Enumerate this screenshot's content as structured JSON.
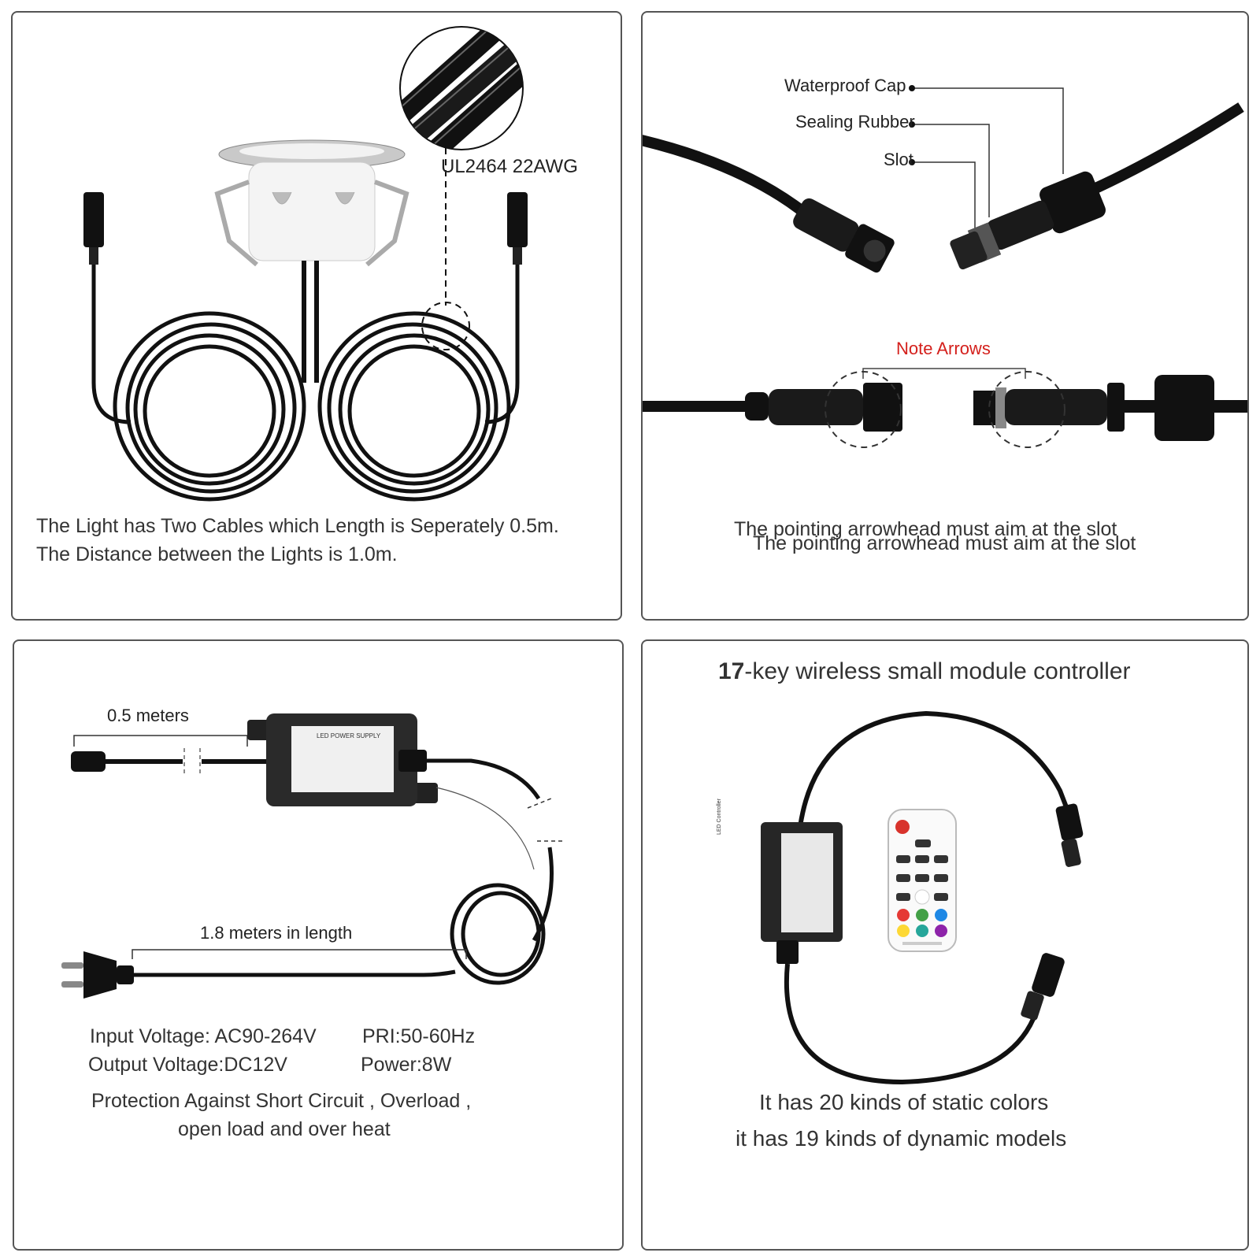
{
  "panel1": {
    "wire_label": "UL2464 22AWG",
    "caption_line1": "The Light has Two Cables which Length is Seperately 0.5m.",
    "caption_line2": "The Distance between the Lights is 1.0m."
  },
  "panel2": {
    "label_cap": "Waterproof Cap",
    "label_rubber": "Sealing Rubber",
    "label_slot": "Slot",
    "note_arrows": "Note Arrows",
    "caption_a": "The pointing arrowhead must aim at the slot",
    "caption_b": "The pointing arrowhead must aim at the slot",
    "accent_color": "#d4201c"
  },
  "panel3": {
    "length_short": "0.5 meters",
    "length_long": "1.8 meters in length",
    "input_voltage": "Input Voltage: AC90-264V",
    "pri": "PRI:50-60Hz",
    "output_voltage": "Output Voltage:DC12V",
    "power": "Power:8W",
    "protection_line1": "Protection Against Short Circuit , Overload ,",
    "protection_line2": "open load and over heat",
    "psu_label": "LED POWER SUPPLY"
  },
  "panel4": {
    "title_number": "17",
    "title_rest": "-key wireless small module controller",
    "line1": "It has 20 kinds of static colors",
    "line2": "it has 19 kinds of dynamic models",
    "controller_label": "LED Controller",
    "remote_colors": [
      "#e53935",
      "#43a047",
      "#1e88e5",
      "#fdd835",
      "#26a69a",
      "#8e24aa",
      "#ff7043",
      "#00acc1",
      "#ec407a"
    ]
  }
}
